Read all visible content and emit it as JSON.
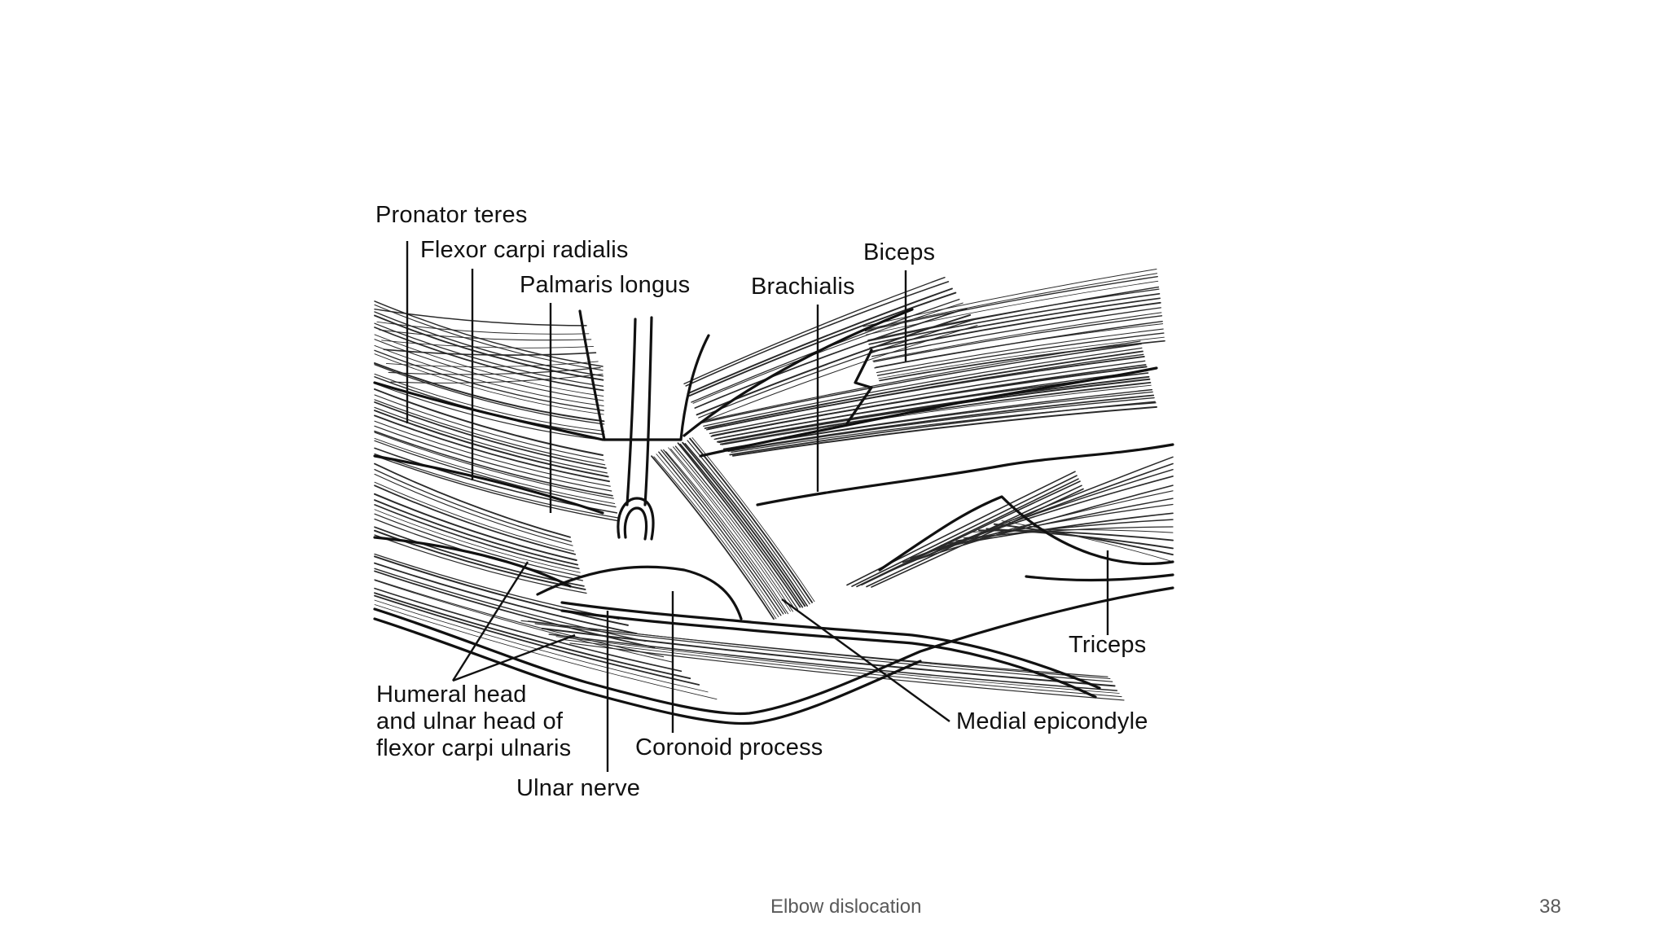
{
  "slide": {
    "footer": "Elbow dislocation",
    "page_number": "38"
  },
  "diagram": {
    "labels": {
      "pronator_teres": "Pronator teres",
      "flexor_carpi_radialis": "Flexor carpi radialis",
      "palmaris_longus": "Palmaris longus",
      "brachialis": "Brachialis",
      "biceps": "Biceps",
      "triceps": "Triceps",
      "medial_epicondyle": "Medial epicondyle",
      "coronoid_process": "Coronoid process",
      "ulnar_nerve": "Ulnar nerve",
      "flexor_carpi_ulnaris": "Humeral head\nand ulnar head of\nflexor carpi ulnaris"
    }
  }
}
